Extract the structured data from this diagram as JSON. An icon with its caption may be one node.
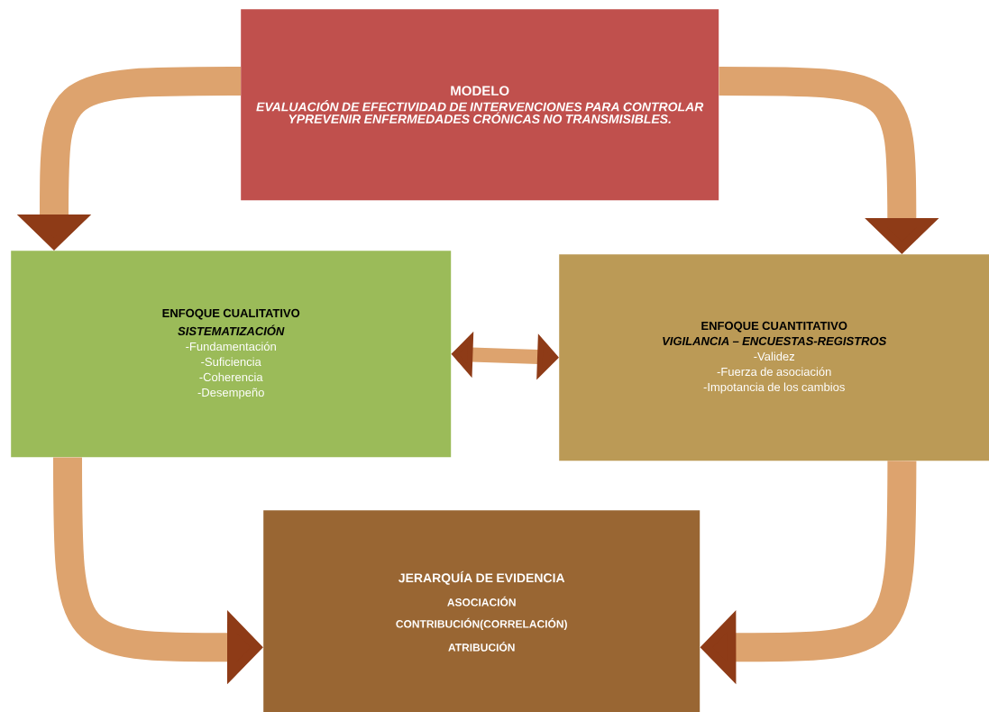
{
  "diagram": {
    "nodes": [
      {
        "text": [
          "MODELO",
          "EVALUACIÓN DE EFECTIVIDAD DE INTERVENCIONES PARA CONTROLAR YPREVENIR ENFERMEDADES CRÓNICAS NO TRANSMISIBLES."
        ]
      },
      {
        "text": [
          "ENFOQUE CUALITATIVO",
          "SISTEMATIZACIÓN",
          "-Fundamentación",
          "-Suficiencia",
          "-Coherencia",
          "-Desempeño"
        ]
      },
      {
        "text": [
          "ENFOQUE CUANTITATIVO",
          "VIGILANCIA – ENCUESTAS-REGISTROS",
          "-Validez",
          "-Fuerza de asociación",
          "-Impotancia de los cambios"
        ]
      },
      {
        "text": [
          "JERARQUÍA DE EVIDENCIA",
          "ASOCIACIÓN",
          "CONTRIBUCIÓN(CORRELACIÓN)",
          "ATRIBUCIÓN"
        ]
      }
    ],
    "edges": [
      {
        "from": 0,
        "to": 1,
        "arrow": "to"
      },
      {
        "from": 0,
        "to": 2,
        "arrow": "to"
      },
      {
        "from": 1,
        "to": 2,
        "arrow": "both"
      },
      {
        "from": 1,
        "to": 3,
        "arrow": "to"
      },
      {
        "from": 2,
        "to": 3,
        "arrow": "to"
      }
    ]
  }
}
